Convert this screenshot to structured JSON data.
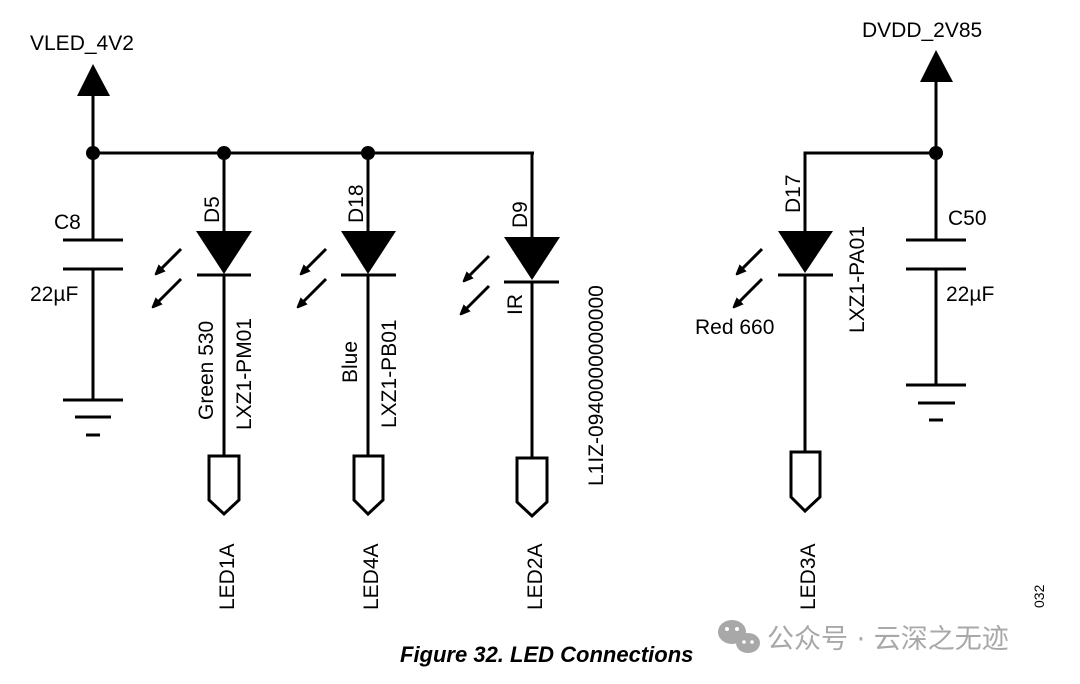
{
  "figure": {
    "caption": "Figure 32. LED Connections",
    "figure_code": "032",
    "watermark": "公众号 · 云深之无迹"
  },
  "rails": {
    "left": {
      "name": "VLED_4V2"
    },
    "right": {
      "name": "DVDD_2V85"
    }
  },
  "capacitors": [
    {
      "ref": "C8",
      "value": "22µF",
      "rail": "VLED_4V2"
    },
    {
      "ref": "C50",
      "value": "22µF",
      "rail": "DVDD_2V85"
    }
  ],
  "leds": [
    {
      "ref": "D5",
      "color": "Green 530",
      "part": "LXZ1-PM01",
      "net": "LED1A",
      "rail": "VLED_4V2"
    },
    {
      "ref": "D18",
      "color": "Blue",
      "part": "LXZ1-PB01",
      "net": "LED4A",
      "rail": "VLED_4V2"
    },
    {
      "ref": "D9",
      "color": "IR",
      "part": "L1IZ-0940000000000",
      "net": "LED2A",
      "rail": "VLED_4V2"
    },
    {
      "ref": "D17",
      "color": "Red 660",
      "part": "LXZ1-PA01",
      "net": "LED3A",
      "rail": "DVDD_2V85"
    }
  ]
}
